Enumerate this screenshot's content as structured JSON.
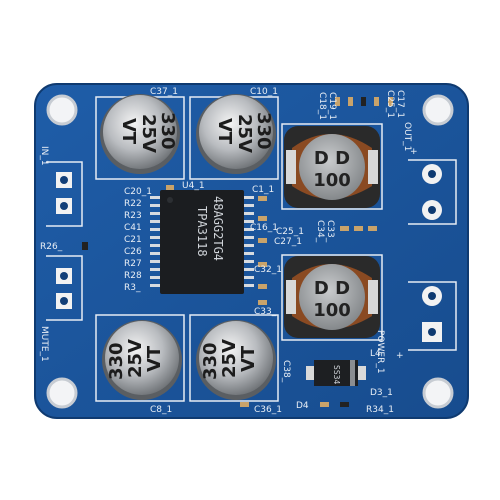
{
  "board": {
    "chip_line1": "48AGG2TG4",
    "chip_line2": "TPA3118",
    "capacitors": [
      {
        "line1": "330",
        "line2": "25V",
        "line3": "VT"
      },
      {
        "line1": "330",
        "line2": "25V",
        "line3": "VT"
      },
      {
        "line1": "330",
        "line2": "25V",
        "line3": "VT"
      },
      {
        "line1": "330",
        "line2": "25V",
        "line3": "VT"
      }
    ],
    "inductors": [
      {
        "line1": "D D",
        "line2": "100"
      },
      {
        "line1": "D D",
        "line2": "100"
      }
    ],
    "diode_marking": "SS34",
    "labels": {
      "c37": "C37_1",
      "c10": "C10_1",
      "c18": "C18_1",
      "c19": "C19_1",
      "c25": "C25_1",
      "c17": "C17_1",
      "out": "OUT_1",
      "plus_top": "+",
      "in": "IN_1",
      "u4": "U4_1",
      "c1": "C1_1",
      "c16": "C16_1",
      "c27": "C27_1",
      "c25b": "C25_1",
      "c34": "C34_",
      "c33": "C33_",
      "c32": "C32_1",
      "c33b": "C33_",
      "r26": "R26_",
      "mute": "MUTE_1",
      "power": "POWER_1",
      "plus_bottom": "+",
      "l4": "L4",
      "d3": "D3_1",
      "r34": "R34_1",
      "d4": "D4",
      "c8": "C8_1",
      "c36": "C36_1",
      "c38": "C38_",
      "left_col": [
        "C20_1",
        "R22",
        "R23",
        "C41",
        "C21",
        "C26",
        "R27",
        "R28",
        "R3_"
      ]
    }
  }
}
